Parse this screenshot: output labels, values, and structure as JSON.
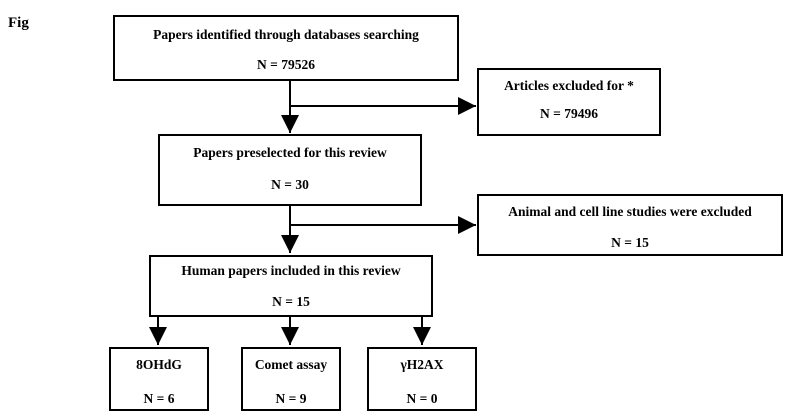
{
  "figure_label": "Fig",
  "boxes": {
    "identified": {
      "title": "Papers identified through databases searching",
      "count": "N = 79526"
    },
    "excluded": {
      "title": "Articles excluded for *",
      "count": "N = 79496"
    },
    "preselected": {
      "title": "Papers preselected for this review",
      "count": "N = 30"
    },
    "animal": {
      "title": "Animal and cell line studies were excluded",
      "count": "N = 15"
    },
    "human": {
      "title": "Human papers included in this review",
      "count": "N = 15"
    },
    "ohdg": {
      "title": "8OHdG",
      "count": "N = 6"
    },
    "comet": {
      "title": "Comet assay",
      "count": "N = 9"
    },
    "h2ax": {
      "title": "γH2AX",
      "count": "N = 0"
    }
  }
}
